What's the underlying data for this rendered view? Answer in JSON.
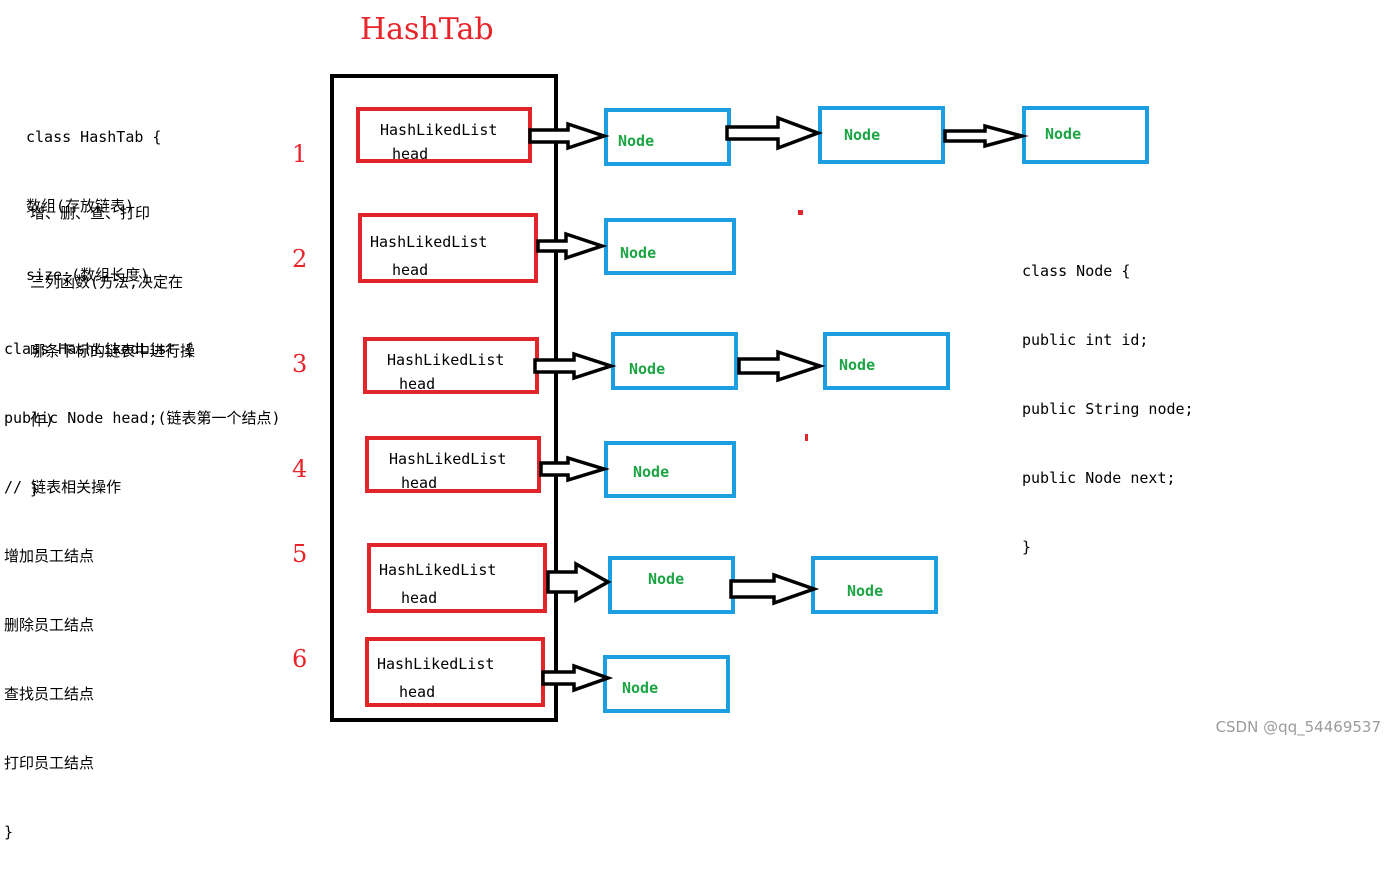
{
  "title": "HashTab",
  "hashtab_code": [
    "class HashTab {",
    "数组(存放链表)",
    "size;(数组长度)"
  ],
  "hashtab_code2": [
    "增、删、查、打印",
    "三列函数(方法,决定在",
    "哪条下标的链表中进行操",
    "作)",
    "}"
  ],
  "linkedlist_code": [
    "class HashLikedList {",
    "public Node head;(链表第一个结点)",
    "// 链表相关操作",
    "增加员工结点",
    "删除员工结点",
    "查找员工结点",
    "打印员工结点",
    "}"
  ],
  "node_code": [
    "class Node {",
    "public int id;",
    "public String node;",
    "public Node next;",
    "}"
  ],
  "rows": [
    {
      "index": "1",
      "list_label": "HashLikedList",
      "head_label": "head",
      "nodes": [
        "Node",
        "Node",
        "Node"
      ]
    },
    {
      "index": "2",
      "list_label": "HashLikedList",
      "head_label": "head",
      "nodes": [
        "Node"
      ]
    },
    {
      "index": "3",
      "list_label": "HashLikedList",
      "head_label": "head",
      "nodes": [
        "Node",
        "Node"
      ]
    },
    {
      "index": "4",
      "list_label": "HashLikedList",
      "head_label": "head",
      "nodes": [
        "Node"
      ]
    },
    {
      "index": "5",
      "list_label": "HashLikedList",
      "head_label": "head",
      "nodes": [
        "Node",
        "Node"
      ]
    },
    {
      "index": "6",
      "list_label": "HashLikedList",
      "head_label": "head",
      "nodes": [
        "Node"
      ]
    }
  ],
  "watermark": "CSDN @qq_54469537",
  "colors": {
    "title": "#e8232a",
    "list_border": "#e2252b",
    "node_border": "#1d9ee0",
    "node_text": "#1aa442"
  }
}
